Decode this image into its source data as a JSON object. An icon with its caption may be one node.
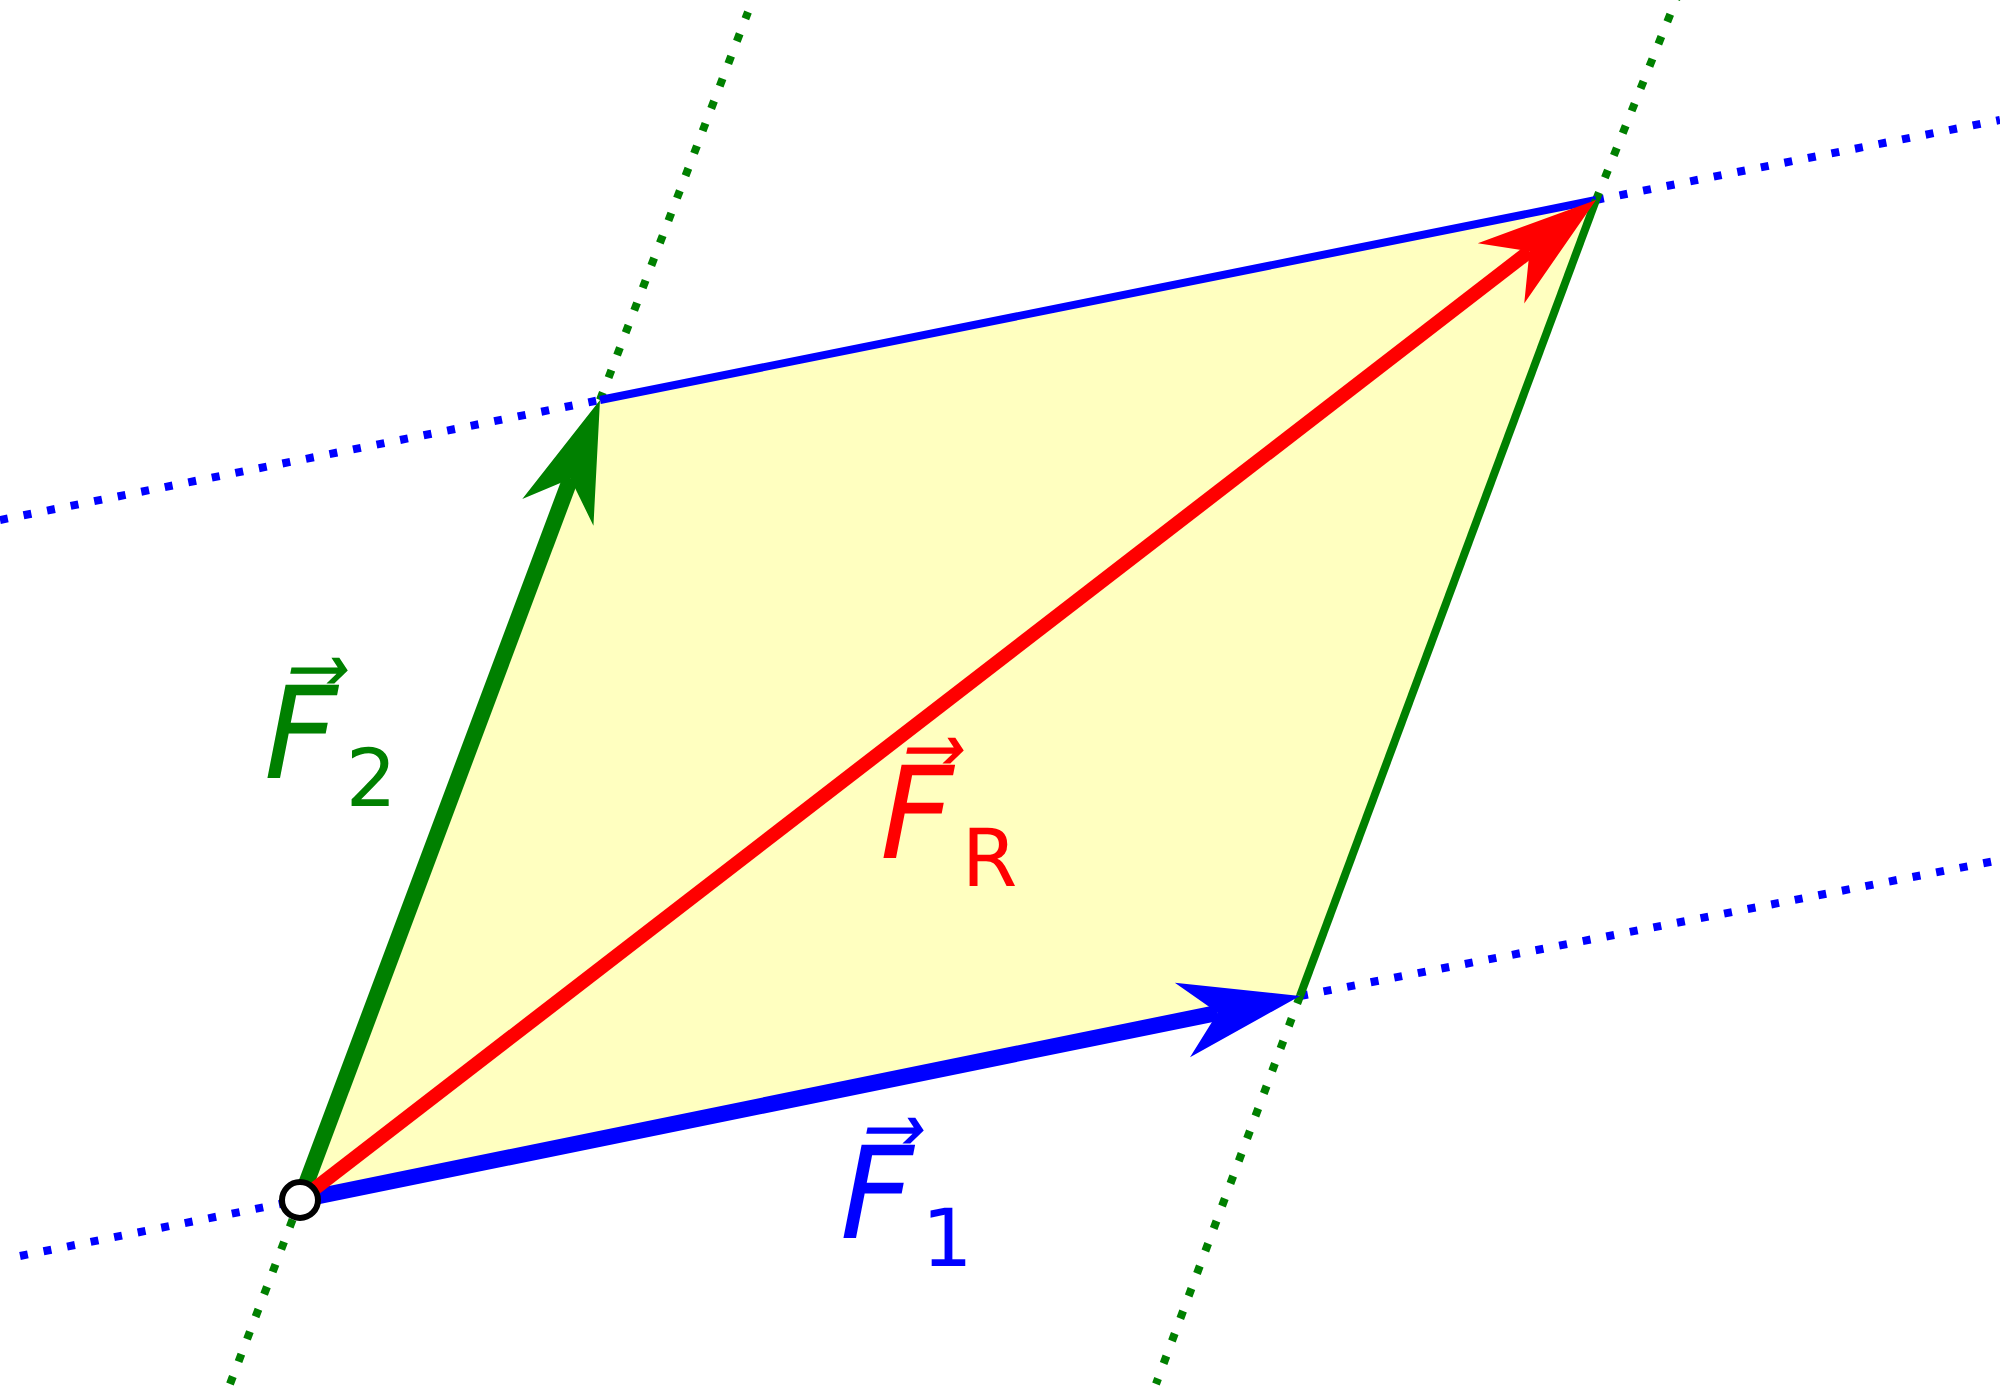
{
  "diagram": {
    "labels": [
      "*F⃗*$_{2}$",
      "*F⃗*$_{R}$",
      "*F⃗*$_{1}$"
    ]
  }
}
